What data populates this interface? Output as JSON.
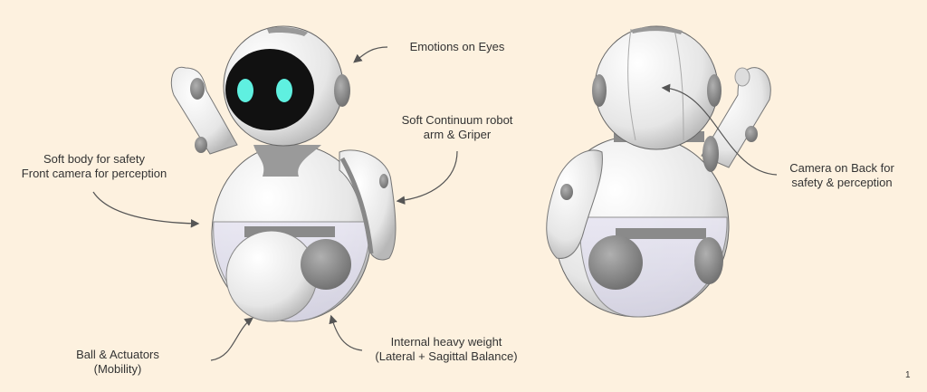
{
  "labels": {
    "emotions": [
      "Emotions on Eyes"
    ],
    "arm": [
      "Soft Continuum robot",
      "arm & Griper"
    ],
    "body": [
      "Soft body for safety",
      "Front camera for perception"
    ],
    "ball": [
      "Ball & Actuators",
      "(Mobility)"
    ],
    "weight": [
      "Internal heavy weight",
      "(Lateral + Sagittal Balance)"
    ],
    "back_camera": [
      "Camera on Back for",
      "safety & perception"
    ]
  },
  "page_number": "1",
  "colors": {
    "background": "#fdf1df",
    "eyes": "#5ff0e0",
    "visor": "#111111",
    "shell": "#ececec",
    "joint": "#8c8c8c"
  }
}
